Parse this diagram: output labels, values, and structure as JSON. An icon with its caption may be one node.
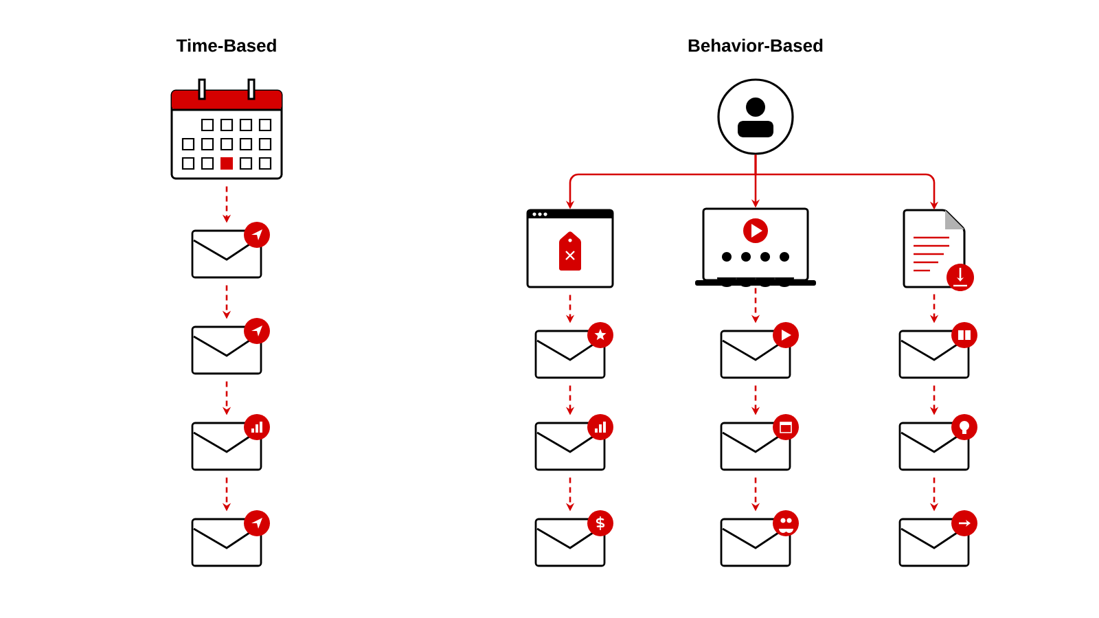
{
  "diagram": {
    "nodes": [
      {
        "text": [],
        "shape": "calendar"
      },
      {
        "text": [],
        "shape": "envelope"
      },
      {
        "text": [],
        "shape": "envelope"
      },
      {
        "text": [],
        "shape": "envelope"
      },
      {
        "text": [],
        "shape": "envelope"
      },
      {
        "text": [],
        "shape": "person"
      },
      {
        "text": [],
        "shape": "browser"
      },
      {
        "text": [],
        "shape": "laptop"
      },
      {
        "text": [],
        "shape": "document"
      },
      {
        "text": [],
        "shape": "envelope"
      },
      {
        "text": [],
        "shape": "envelope"
      },
      {
        "text": [],
        "shape": "envelope"
      },
      {
        "text": [],
        "shape": "envelope"
      },
      {
        "text": [],
        "shape": "envelope"
      },
      {
        "text": [],
        "shape": "envelope"
      },
      {
        "text": [],
        "shape": "envelope"
      },
      {
        "text": [],
        "shape": "envelope"
      },
      {
        "text": [],
        "shape": "envelope"
      }
    ],
    "edges": [
      {
        "from": 0,
        "to": 1,
        "arrow": "to",
        "style": "dashed"
      },
      {
        "from": 1,
        "to": 2,
        "arrow": "to",
        "style": "dashed"
      },
      {
        "from": 2,
        "to": 3,
        "arrow": "to",
        "style": "dashed"
      },
      {
        "from": 3,
        "to": 4,
        "arrow": "to",
        "style": "dashed"
      },
      {
        "from": 5,
        "to": 6,
        "arrow": "to"
      },
      {
        "from": 5,
        "to": 7,
        "arrow": "to"
      },
      {
        "from": 5,
        "to": 8,
        "arrow": "to"
      },
      {
        "from": 6,
        "to": 9,
        "arrow": "to",
        "style": "dashed"
      },
      {
        "from": 9,
        "to": 10,
        "arrow": "to",
        "style": "dashed"
      },
      {
        "from": 10,
        "to": 11,
        "arrow": "to",
        "style": "dashed"
      },
      {
        "from": 7,
        "to": 12,
        "arrow": "to",
        "style": "dashed"
      },
      {
        "from": 12,
        "to": 13,
        "arrow": "to",
        "style": "dashed"
      },
      {
        "from": 13,
        "to": 14,
        "arrow": "to",
        "style": "dashed"
      },
      {
        "from": 8,
        "to": 15,
        "arrow": "to",
        "style": "dashed"
      },
      {
        "from": 15,
        "to": 16,
        "arrow": "to",
        "style": "dashed"
      },
      {
        "from": 16,
        "to": 17,
        "arrow": "to",
        "style": "dashed"
      }
    ],
    "labels": [
      "Time-Based",
      "Behavior-Based"
    ]
  }
}
